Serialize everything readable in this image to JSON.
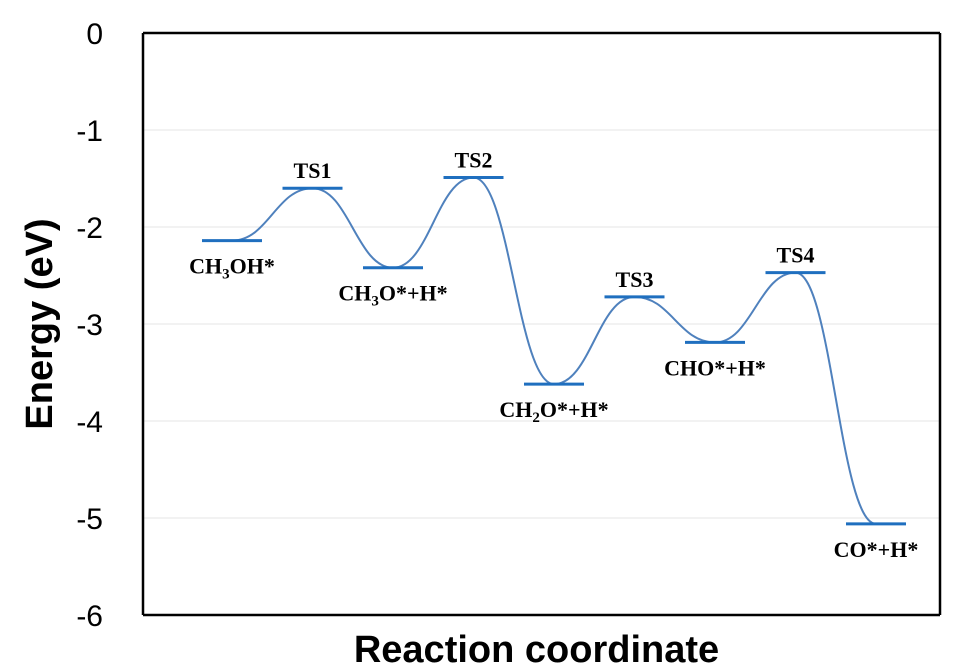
{
  "chart_data": {
    "type": "line",
    "title": "",
    "xlabel": "Reaction coordinate",
    "ylabel": "Energy (eV)",
    "ylim": [
      -6,
      0
    ],
    "yticks": [
      "0",
      "-1",
      "-2",
      "-3",
      "-4",
      "-5",
      "-6"
    ],
    "grid": true,
    "line_color": "#4f81bd",
    "level_color": "#1f6fbf",
    "states": [
      {
        "name": "CH3OH*",
        "label_parts": [
          [
            "CH",
            false
          ],
          [
            "3",
            true
          ],
          [
            "OH*",
            false
          ]
        ],
        "energy": -2.14,
        "label_pos": "below"
      },
      {
        "name": "TS1",
        "label_parts": [
          [
            "TS1",
            false
          ]
        ],
        "energy": -1.6,
        "label_pos": "above"
      },
      {
        "name": "CH3O*+H*",
        "label_parts": [
          [
            "CH",
            false
          ],
          [
            "3",
            true
          ],
          [
            "O*+H*",
            false
          ]
        ],
        "energy": -2.42,
        "label_pos": "below"
      },
      {
        "name": "TS2",
        "label_parts": [
          [
            "TS2",
            false
          ]
        ],
        "energy": -1.49,
        "label_pos": "above"
      },
      {
        "name": "CH2O*+H*",
        "label_parts": [
          [
            "CH",
            false
          ],
          [
            "2",
            true
          ],
          [
            "O*+H*",
            false
          ]
        ],
        "energy": -3.62,
        "label_pos": "below"
      },
      {
        "name": "TS3",
        "label_parts": [
          [
            "TS3",
            false
          ]
        ],
        "energy": -2.72,
        "label_pos": "above"
      },
      {
        "name": "CHO*+H*",
        "label_parts": [
          [
            "CHO*+H*",
            false
          ]
        ],
        "energy": -3.19,
        "label_pos": "below"
      },
      {
        "name": "TS4",
        "label_parts": [
          [
            "TS4",
            false
          ]
        ],
        "energy": -2.47,
        "label_pos": "above"
      },
      {
        "name": "CO*+H*",
        "label_parts": [
          [
            "CO*+H*",
            false
          ]
        ],
        "energy": -5.06,
        "label_pos": "below"
      }
    ]
  }
}
